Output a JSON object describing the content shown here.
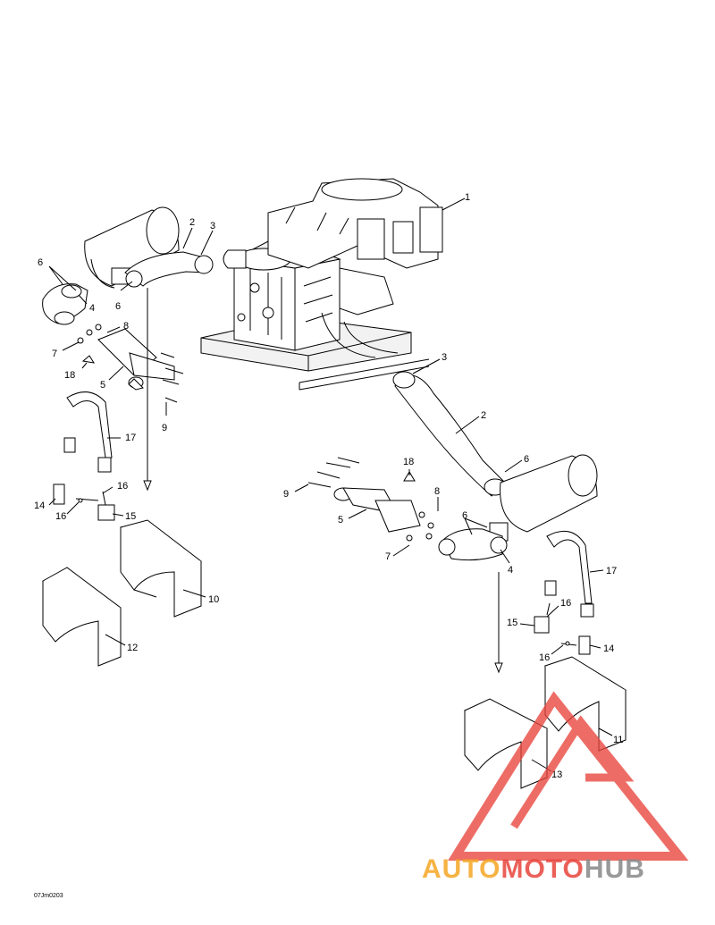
{
  "callouts": [
    {
      "id": "c1",
      "text": "1"
    },
    {
      "id": "c2a",
      "text": "2"
    },
    {
      "id": "c3a",
      "text": "3"
    },
    {
      "id": "c6a",
      "text": "6"
    },
    {
      "id": "c6b",
      "text": "6"
    },
    {
      "id": "c4a",
      "text": "4"
    },
    {
      "id": "c8a",
      "text": "8"
    },
    {
      "id": "c7a",
      "text": "7"
    },
    {
      "id": "c18a",
      "text": "18"
    },
    {
      "id": "c5a",
      "text": "5"
    },
    {
      "id": "c9a",
      "text": "9"
    },
    {
      "id": "c17a",
      "text": "17"
    },
    {
      "id": "c16a",
      "text": "16"
    },
    {
      "id": "c14a",
      "text": "14"
    },
    {
      "id": "c16b",
      "text": "16"
    },
    {
      "id": "c15a",
      "text": "15"
    },
    {
      "id": "c10",
      "text": "10"
    },
    {
      "id": "c12",
      "text": "12"
    },
    {
      "id": "c3b",
      "text": "3"
    },
    {
      "id": "c2b",
      "text": "2"
    },
    {
      "id": "c6c",
      "text": "6"
    },
    {
      "id": "c18b",
      "text": "18"
    },
    {
      "id": "c9b",
      "text": "9"
    },
    {
      "id": "c8b",
      "text": "8"
    },
    {
      "id": "c6d",
      "text": "6"
    },
    {
      "id": "c5b",
      "text": "5"
    },
    {
      "id": "c7b",
      "text": "7"
    },
    {
      "id": "c4b",
      "text": "4"
    },
    {
      "id": "c17b",
      "text": "17"
    },
    {
      "id": "c16c",
      "text": "16"
    },
    {
      "id": "c15b",
      "text": "15"
    },
    {
      "id": "c14b",
      "text": "14"
    },
    {
      "id": "c16d",
      "text": "16"
    },
    {
      "id": "c11",
      "text": "11"
    },
    {
      "id": "c13",
      "text": "13"
    }
  ],
  "drawing_code": "07Jm0203",
  "watermark": {
    "part1": "AUTO",
    "part2": "MOTO",
    "part3": "HUB",
    "color_primary": "#f5a623",
    "color_secondary": "#e8453c",
    "color_tertiary": "#888888"
  }
}
